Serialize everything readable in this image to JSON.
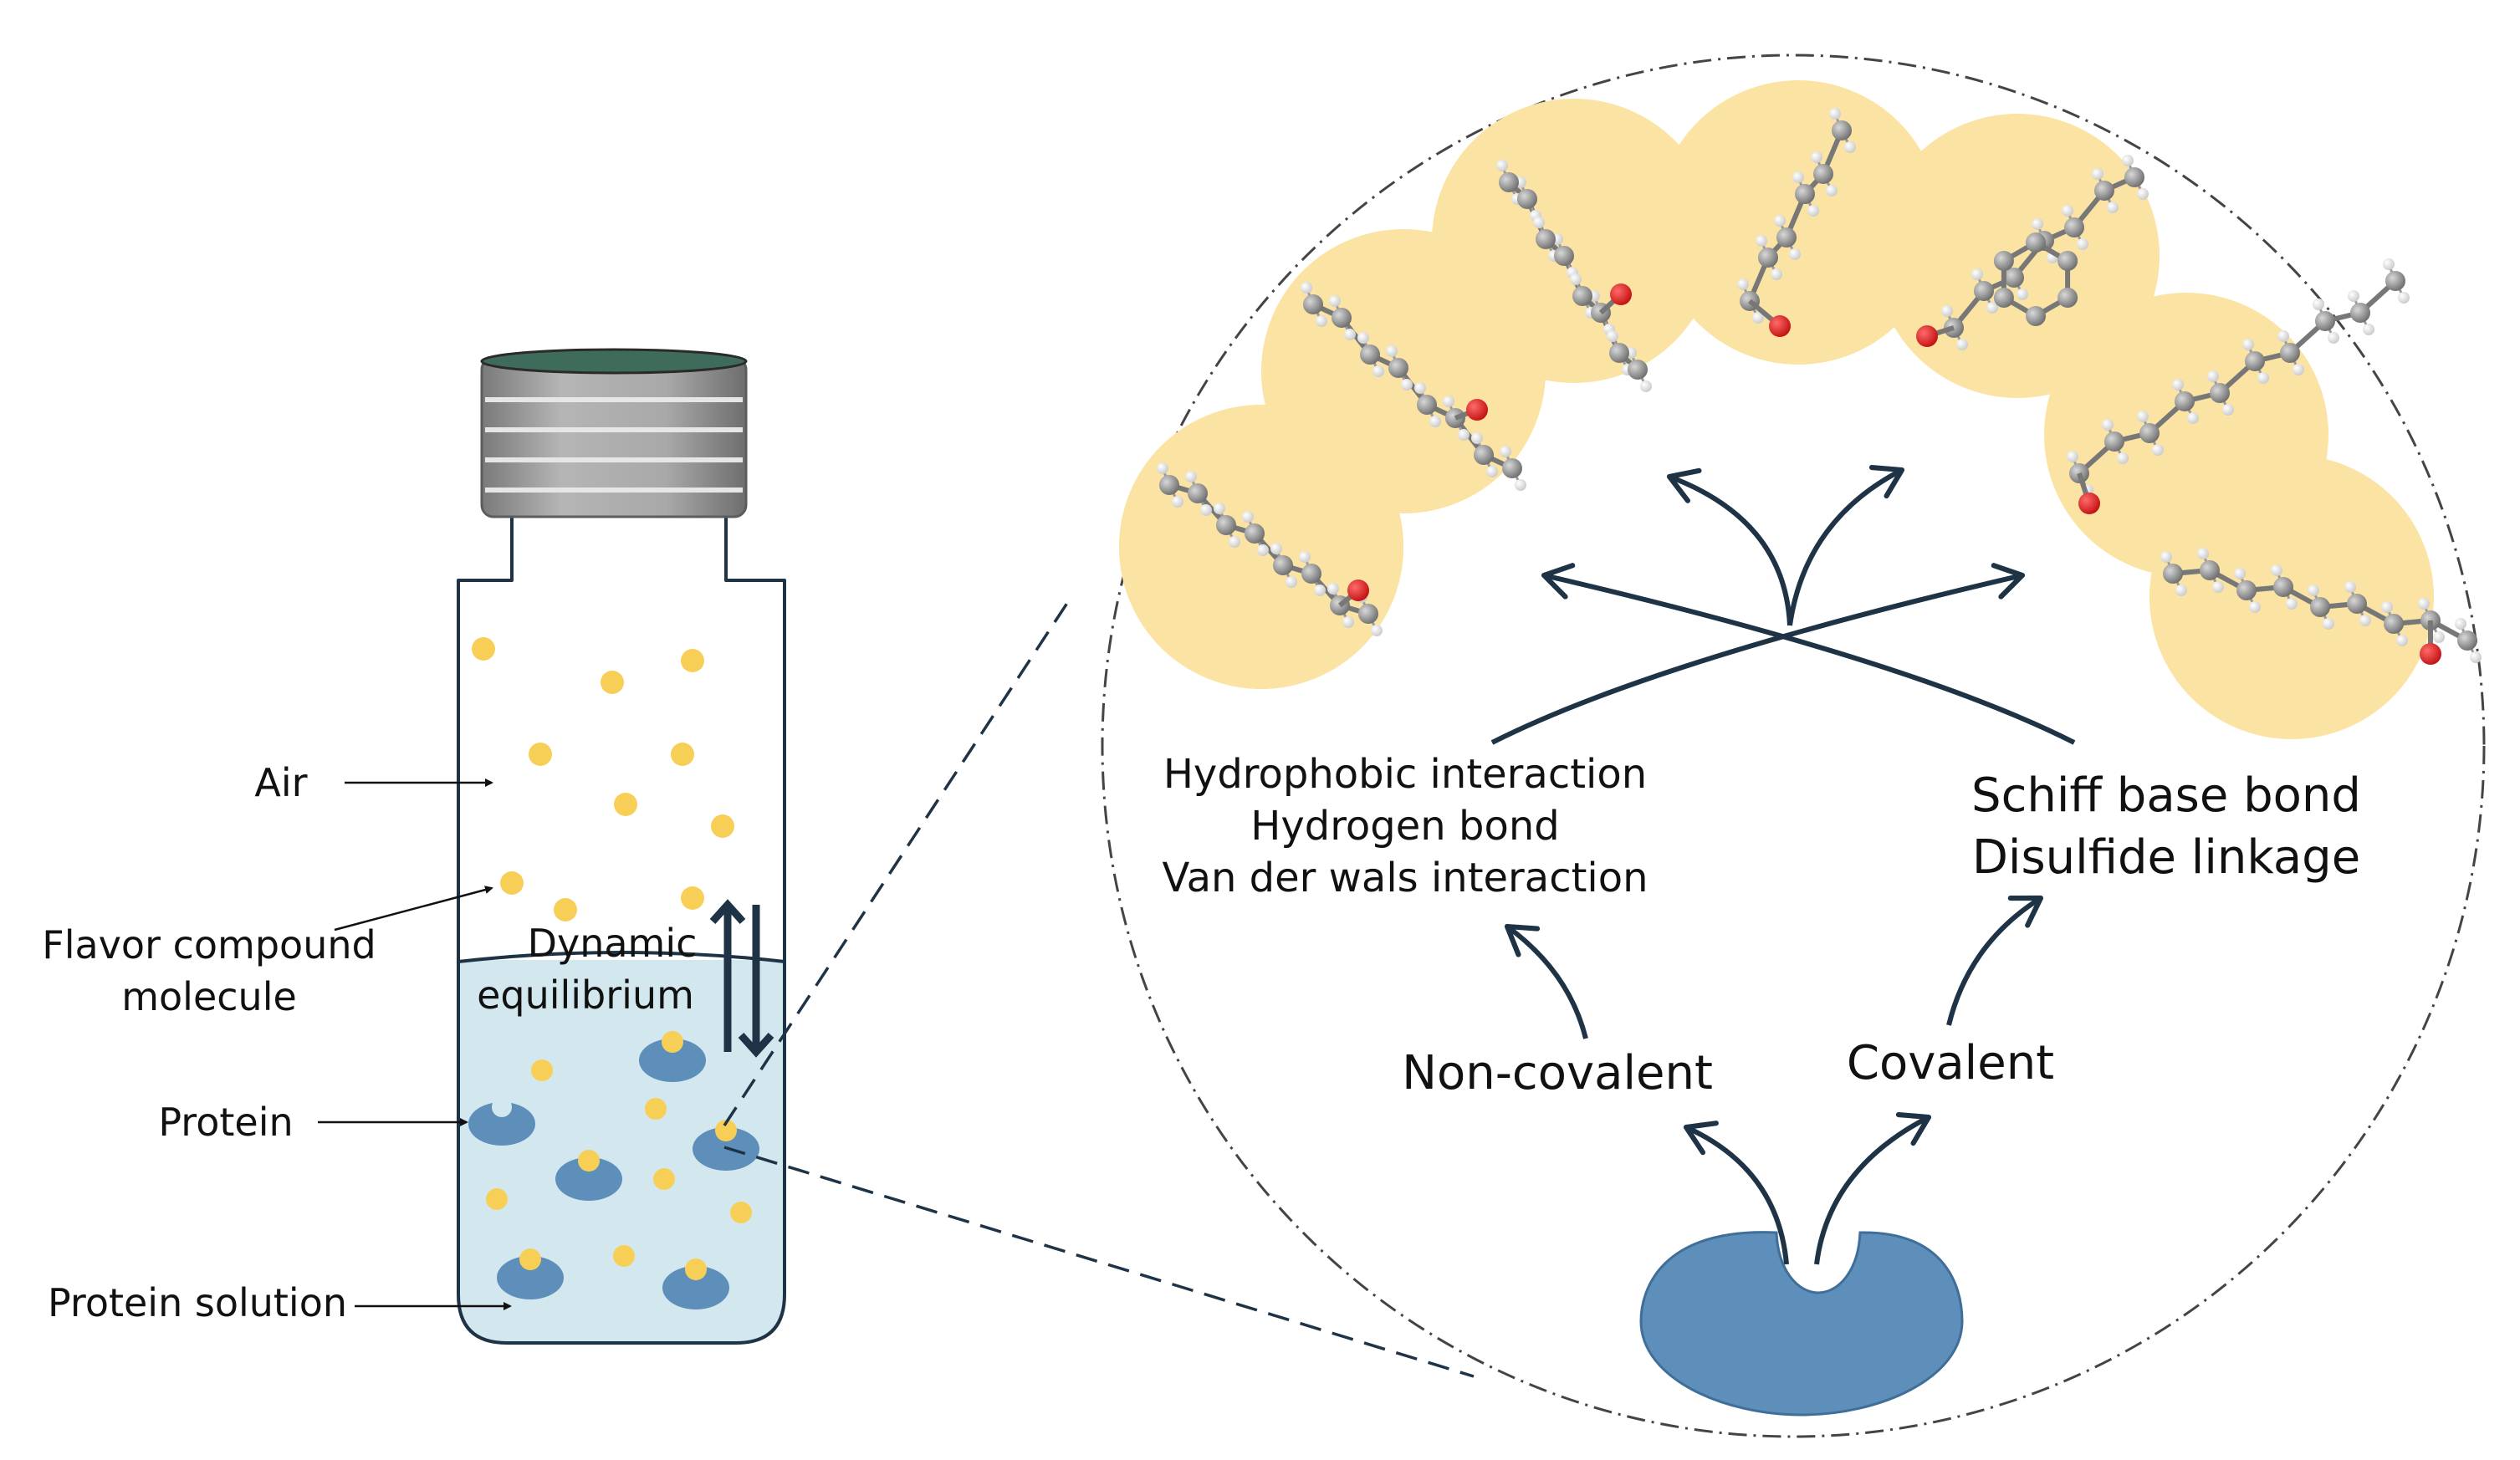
{
  "vial": {
    "label_air": "Air",
    "label_flavor": [
      "Flavor compound",
      "molecule"
    ],
    "label_protein": "Protein",
    "label_solution": "Protein solution",
    "label_equilibrium": [
      "Dynamic",
      "equilibrium"
    ]
  },
  "zoom": {
    "non_covalent_types": [
      "Hydrophobic interaction",
      "Hydrogen bond",
      "Van der wals interaction"
    ],
    "covalent_types": [
      "Schiff base bond",
      "Disulfide linkage"
    ],
    "label_non_covalent": "Non-covalent",
    "label_covalent": "Covalent"
  },
  "colors": {
    "ink": "#1f3346",
    "flavor_yellow": "#f7cf57",
    "halo": "#fbe3a4",
    "solution": "#d2e8ee",
    "protein_blue": "#5e8fba",
    "cap_gray": "#a3a3a3",
    "atom_carbon": "#8c8c8c",
    "atom_oxygen": "#e02020",
    "atom_hydrogen": "#f4f4f4"
  },
  "molecules": [
    {
      "name": "molecule-1",
      "carbons": 8
    },
    {
      "name": "molecule-2",
      "carbons": 8
    },
    {
      "name": "molecule-3",
      "carbons": 8
    },
    {
      "name": "molecule-4",
      "carbons": 6
    },
    {
      "name": "molecule-5",
      "carbons": 7
    },
    {
      "name": "molecule-6",
      "carbons": 10
    },
    {
      "name": "molecule-7",
      "carbons": 9
    }
  ]
}
